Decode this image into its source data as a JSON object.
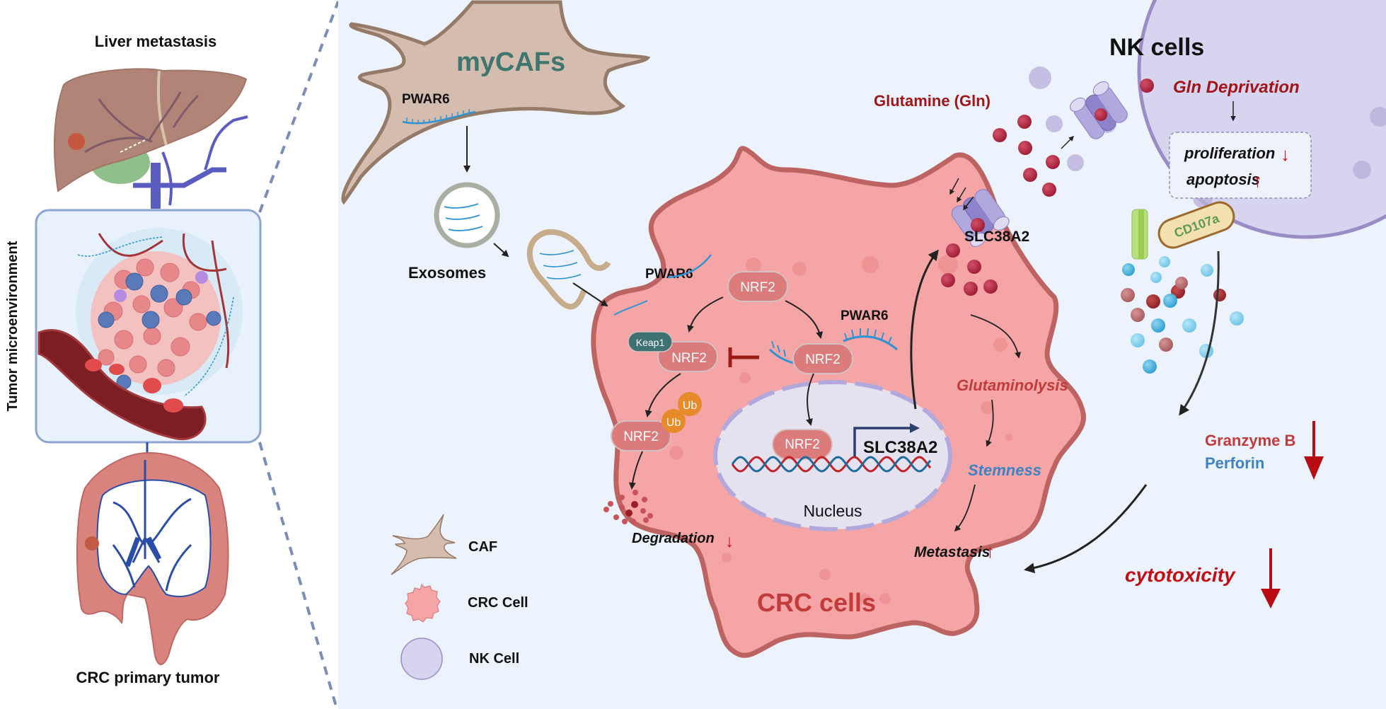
{
  "left_panel": {
    "title_top": "Liver metastasis",
    "side_label": "Tumor microenvironment",
    "title_bottom": "CRC primary tumor"
  },
  "caf": {
    "name": "myCAFs",
    "rna_label": "PWAR6"
  },
  "exosomes_label": "Exosomes",
  "crc_cell": {
    "name": "CRC cells",
    "pwar6_label_a": "PWAR6",
    "pwar6_label_b": "PWAR6",
    "nrf2_top": "NRF2",
    "keap1": "Keap1",
    "nrf2_keap": "NRF2",
    "nrf2_bound": "NRF2",
    "nrf2_ub": "NRF2",
    "ub1": "Ub",
    "ub2": "Ub",
    "degradation": "Degradation",
    "nucleus": "Nucleus",
    "nrf2_nuclear": "NRF2",
    "gene": "SLC38A2",
    "glutaminolysis": "Glutaminolysis",
    "stemness": "Stemness",
    "metastasis": "Metastasis"
  },
  "glutamine_label": "Glutamine (Gln)",
  "transporter_label": "SLC38A2",
  "nk_cell": {
    "name": "NK cells",
    "gln_deprivation": "Gln Deprivation",
    "proliferation": "proliferation",
    "apoptosis": "apoptosis",
    "cd107a": "CD107a",
    "granzyme": "Granzyme B",
    "perforin": "Perforin",
    "cytotoxicity": "cytotoxicity"
  },
  "legend": [
    {
      "label": "CAF",
      "icon": "caf-icon"
    },
    {
      "label": "CRC Cell",
      "icon": "crc-cell-icon"
    },
    {
      "label": "NK Cell",
      "icon": "nk-cell-icon"
    }
  ],
  "arrows": {
    "up": "↑",
    "down": "↓"
  },
  "colors": {
    "background": "#ecf3fc",
    "crc_fill": "#f6a5a6",
    "crc_border": "#bd6463",
    "caf_fill": "#d4bcae",
    "caf_border": "#957a67",
    "nk_fill": "#d6d4ee",
    "nk_border": "#9a8cc4",
    "nrf2": "#dc7b7b",
    "keap1": "#3e7172",
    "ub": "#e58b2a",
    "rna": "#2f93d1",
    "gln": "#b3273f",
    "dark_red": "#b80b12",
    "teal_text": "#3f7670",
    "perforin_blue": "#3e82c6"
  }
}
